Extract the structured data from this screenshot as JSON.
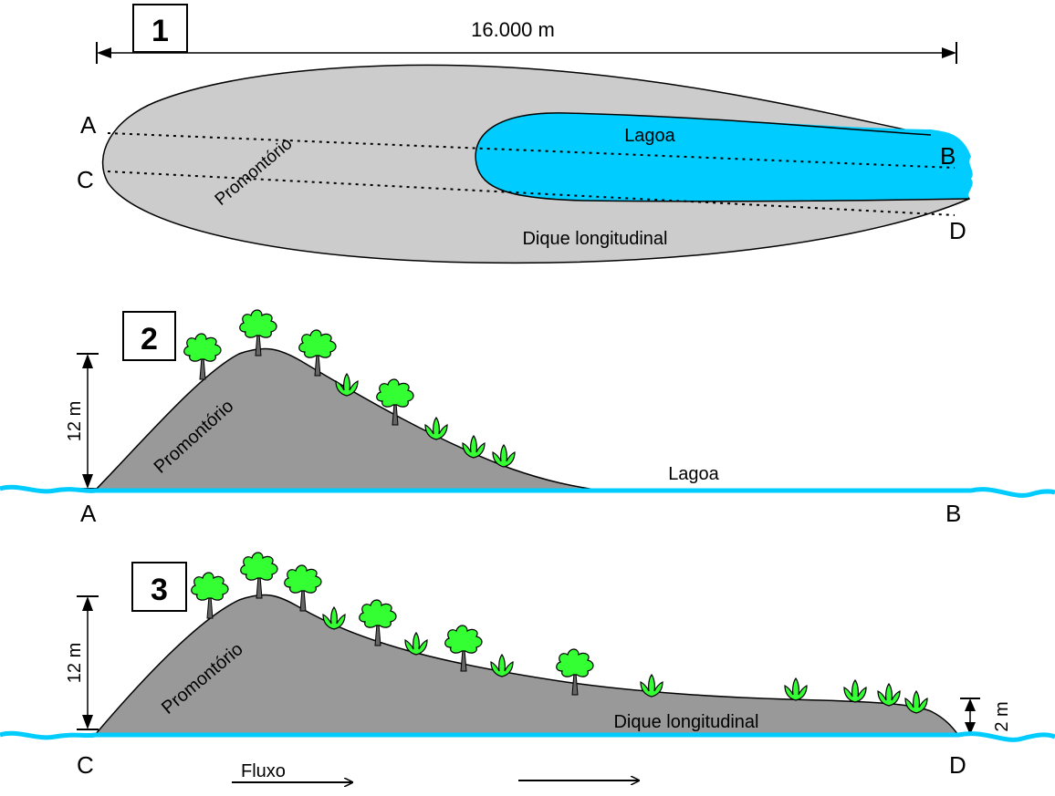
{
  "panel1": {
    "number": "1",
    "width_label": "16.000 m",
    "label_promontorio": "Promontório",
    "label_lagoa": "Lagoa",
    "label_dique": "Dique longitudinal",
    "point_a": "A",
    "point_b": "B",
    "point_c": "C",
    "point_d": "D"
  },
  "panel2": {
    "number": "2",
    "height_label": "12 m",
    "label_promontorio": "Promontório",
    "label_lagoa": "Lagoa",
    "left_point": "A",
    "right_point": "B"
  },
  "panel3": {
    "number": "3",
    "height_label": "12 m",
    "small_height_label": "2 m",
    "label_promontorio": "Promontório",
    "label_dique": "Dique longitudinal",
    "left_point": "C",
    "right_point": "D",
    "flow_label": "Fluxo"
  },
  "colors": {
    "plan_fill": "#cccccc",
    "section_fill": "#999999",
    "water": "#00ccff",
    "vegetation": "#33ff33",
    "trunk": "#666666",
    "outline": "#000000"
  }
}
